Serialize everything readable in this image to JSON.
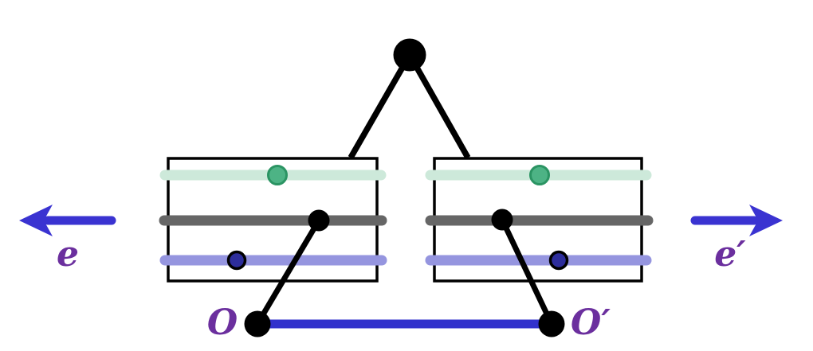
{
  "figure": {
    "description": "Geometric diagram: two rectangular sheets with three colored level lines each (mint, gray, lavender), marked points, a top apex node connected to both sheets, a bottom blue segment between points O and O-prime, and blue outward arrows labeled e and e-prime",
    "labels": {
      "left_arrow": "e",
      "right_arrow": "e′",
      "origin": "O",
      "origin_prime": "O′"
    },
    "colors": {
      "black": "#000000",
      "white": "#ffffff",
      "mint_line": "#cde9da",
      "green_dot_fill": "#4db385",
      "green_dot_stroke": "#2b9463",
      "gray_line": "#666666",
      "lavender_line": "#9595df",
      "navy_dot_fill": "#2d2d9b",
      "blue_baseline": "#3232cc",
      "arrow_blue": "#3a33d1",
      "label_purple": "#6b2f9e"
    }
  }
}
